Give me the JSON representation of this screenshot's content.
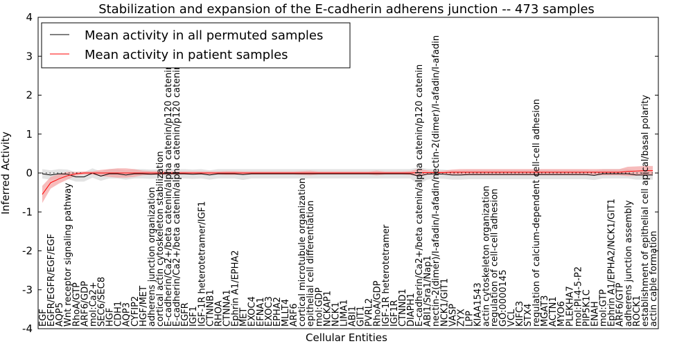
{
  "chart_data": {
    "type": "line",
    "title": "Stabilization and expansion of the E-cadherin adherens junction -- 473 samples",
    "xlabel": "Cellular Entities",
    "ylabel": "Inferred Activity",
    "ylim": [
      -4,
      4
    ],
    "yticks": [
      "-4",
      "-3",
      "-2",
      "-1",
      "0",
      "1",
      "2",
      "3",
      "4"
    ],
    "legend_position": "top-left",
    "categories": [
      "EGF",
      "EGFR/EGFR/EGF/EGF",
      "AQP5",
      "Wnt receptor signaling pathway",
      "RhoA/GTP",
      "ARF6/GDP",
      "mol:Ca2+",
      "SEC6/SEC8",
      "HGF",
      "CDH1",
      "AQP3",
      "CYFIP2",
      "HGF/MET",
      "adherens junction organization",
      "cortical actin cytoskeleton stabilization",
      "E-cadherin/Ca2+/beta catenin/alpha catenin/p120 catenin/Nectin",
      "E-cadherin/Ca2+/beta catenin/alpha catenin/p120 catenin/Nectin",
      "EGFR",
      "IGF1",
      "IGF-1R heterotetramer/IGF1",
      "CTNNB1",
      "RHOA",
      "CTNNA1",
      "Ephrin A1/EPHA2",
      "MET",
      "EXOC4",
      "EFNA1",
      "EXOC3",
      "EPHA2",
      "MLLT4",
      "ARF6",
      "cortical microtubule organization",
      "epithelial cell differentiation",
      "mol:GDP",
      "NCKAP1",
      "NCK1",
      "LIMA1",
      "ABI1",
      "GIT1",
      "PVRL2",
      "RhoA/GDP",
      "IGF-1R heterotetramer",
      "IGF1R",
      "CTNND1",
      "DIAPH1",
      "E-cadherin/Ca2+/beta catenin/alpha catenin/p120 catenin",
      "ABI1/Sra1/Nap1",
      "nectin-2(dimer)/I-afadin/I-afadin/nectin-2(dimer)/I-afadin/I-afadin",
      "NCK1/GIT1",
      "VASP",
      "ZYX",
      "LPP",
      "KIAA1543",
      "actin cytoskeleton organization",
      "regulation of cell-cell adhesion",
      "GO:0000145",
      "VCL",
      "KIFC3",
      "STX4",
      "regulation of calcium-dependent cell-cell adhesion",
      "MGAT3",
      "ACTN1",
      "MYO6",
      "PLEKHA7",
      "mol:PI-4-5-P2",
      "PIP5K1C",
      "ENAH",
      "mol:GTP",
      "Ephrin A1/EPHA2/NCK1/GIT1",
      "ARF6/GTP",
      "adherens junction assembly",
      "ROCK1",
      "establishment of epithelial cell apical/basal polarity",
      "actin cable formation"
    ],
    "series": [
      {
        "name": "Mean activity in all permuted samples",
        "color": "#000000",
        "band_color": "#d9d9d9",
        "values": [
          -0.02,
          -0.05,
          -0.02,
          -0.03,
          -0.1,
          -0.1,
          0,
          -0.08,
          -0.02,
          -0.02,
          -0.05,
          -0.02,
          -0.02,
          -0.03,
          -0.02,
          -0.02,
          -0.02,
          -0.02,
          -0.03,
          -0.02,
          -0.05,
          -0.02,
          -0.02,
          -0.02,
          -0.04,
          -0.02,
          -0.02,
          -0.02,
          -0.02,
          -0.02,
          -0.02,
          -0.02,
          -0.02,
          -0.02,
          -0.02,
          -0.02,
          -0.02,
          -0.02,
          -0.02,
          -0.02,
          -0.02,
          -0.02,
          -0.02,
          -0.02,
          -0.02,
          -0.08,
          -0.03,
          -0.02,
          -0.03,
          -0.05,
          -0.05,
          -0.04,
          -0.04,
          -0.04,
          -0.04,
          -0.04,
          -0.04,
          -0.04,
          -0.04,
          -0.04,
          -0.04,
          -0.04,
          -0.04,
          -0.04,
          -0.04,
          -0.04,
          -0.06,
          -0.02,
          -0.02,
          -0.02,
          -0.02,
          -0.05,
          -0.05,
          -0.05
        ],
        "spread": [
          0.12,
          0.12,
          0.12,
          0.12,
          0.12,
          0.12,
          0.12,
          0.12,
          0.12,
          0.12,
          0.12,
          0.12,
          0.12,
          0.12,
          0.12,
          0.12,
          0.12,
          0.12,
          0.12,
          0.12,
          0.12,
          0.12,
          0.12,
          0.12,
          0.14,
          0.12,
          0.12,
          0.12,
          0.12,
          0.12,
          0.12,
          0.12,
          0.12,
          0.12,
          0.12,
          0.12,
          0.12,
          0.12,
          0.12,
          0.12,
          0.12,
          0.12,
          0.12,
          0.12,
          0.12,
          0.22,
          0.14,
          0.12,
          0.12,
          0.12,
          0.12,
          0.12,
          0.12,
          0.12,
          0.12,
          0.12,
          0.12,
          0.12,
          0.12,
          0.12,
          0.12,
          0.12,
          0.12,
          0.12,
          0.12,
          0.12,
          0.12,
          0.12,
          0.12,
          0.12,
          0.12,
          0.12,
          0.12,
          0.12
        ]
      },
      {
        "name": "Mean activity in patient samples",
        "color": "#ff0000",
        "band_color": "#f4a0a0",
        "values": [
          -0.55,
          -0.25,
          -0.15,
          -0.07,
          -0.02,
          0,
          0,
          0,
          0,
          0,
          0,
          0,
          0,
          0,
          0,
          0,
          0,
          0,
          0,
          0,
          0,
          0,
          0,
          0,
          0,
          0,
          0,
          0,
          0,
          0,
          0,
          0,
          0,
          0,
          0,
          0,
          0,
          0,
          0,
          0,
          0,
          0,
          0,
          0,
          0,
          0.01,
          0.01,
          0.01,
          0.01,
          0.02,
          0.02,
          0.02,
          0.02,
          0.02,
          0.02,
          0.02,
          0.02,
          0.02,
          0.02,
          0.02,
          0.02,
          0.02,
          0.02,
          0.02,
          0.02,
          0.02,
          0.02,
          0.02,
          0.02,
          0.02,
          0.04,
          0.05,
          0.06,
          0.06
        ],
        "spread": [
          0.22,
          0.15,
          0.12,
          0.1,
          0.05,
          0.04,
          0.04,
          0.08,
          0.1,
          0.12,
          0.12,
          0.1,
          0.06,
          0.05,
          0.05,
          0.04,
          0.04,
          0.04,
          0.04,
          0.04,
          0.04,
          0.04,
          0.05,
          0.05,
          0.04,
          0.04,
          0.04,
          0.04,
          0.04,
          0.04,
          0.04,
          0.05,
          0.06,
          0.04,
          0.04,
          0.04,
          0.04,
          0.04,
          0.04,
          0.04,
          0.06,
          0.04,
          0.04,
          0.04,
          0.05,
          0.1,
          0.06,
          0.04,
          0.05,
          0.07,
          0.08,
          0.08,
          0.08,
          0.08,
          0.08,
          0.08,
          0.08,
          0.08,
          0.08,
          0.08,
          0.08,
          0.08,
          0.08,
          0.08,
          0.08,
          0.08,
          0.08,
          0.08,
          0.08,
          0.08,
          0.12,
          0.12,
          0.12,
          0.12
        ]
      }
    ]
  }
}
